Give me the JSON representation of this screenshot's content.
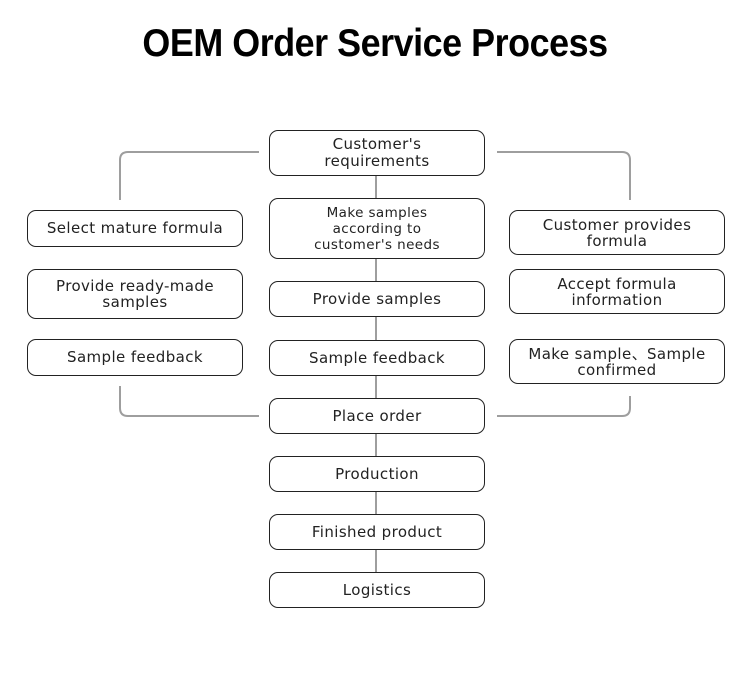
{
  "title": "OEM Order Service Process",
  "colors": {
    "connector": "#9e9e9e",
    "box_border": "#222222",
    "text": "#222222"
  },
  "center_steps": [
    {
      "label": "Customer's\nrequirements"
    },
    {
      "label": "Make samples\naccording to\ncustomer's needs"
    },
    {
      "label": "Provide samples"
    },
    {
      "label": "Sample feedback"
    },
    {
      "label": "Place order"
    },
    {
      "label": "Production"
    },
    {
      "label": "Finished product"
    },
    {
      "label": "Logistics"
    }
  ],
  "left_branch": [
    {
      "label": "Select mature formula"
    },
    {
      "label": "Provide ready-made\nsamples"
    },
    {
      "label": "Sample feedback"
    }
  ],
  "right_branch": [
    {
      "label": "Customer provides\nformula"
    },
    {
      "label": "Accept formula\ninformation"
    },
    {
      "label": "Make sample、Sample\nconfirmed"
    }
  ]
}
